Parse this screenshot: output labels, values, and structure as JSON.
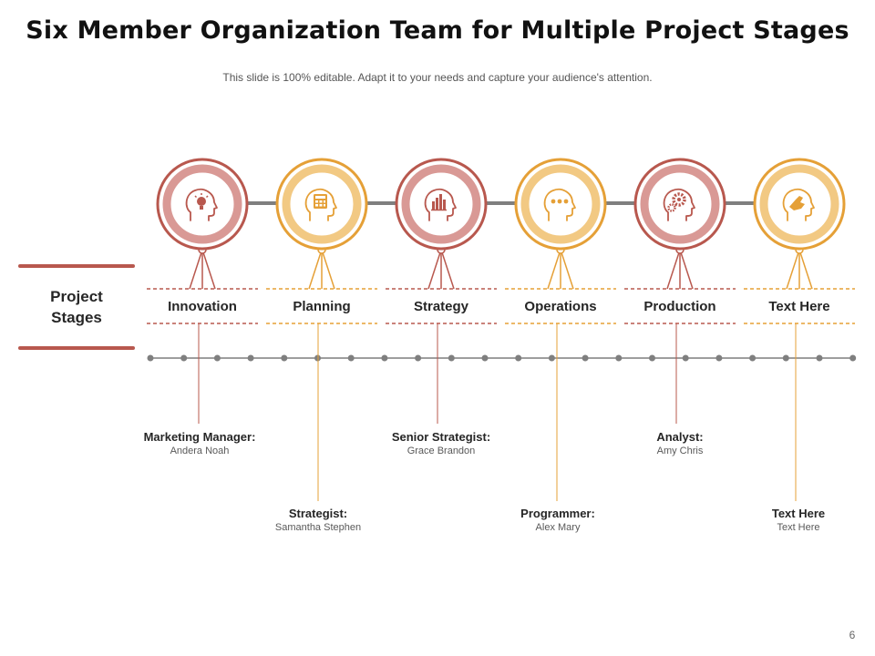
{
  "slide": {
    "title": "Six Member Organization Team for Multiple Project Stages",
    "subtitle": "This slide is 100% editable. Adapt it to your needs and capture your audience's attention.",
    "side_label_line1": "Project",
    "side_label_line2": "Stages",
    "page_number": "6"
  },
  "colors": {
    "red": "#b8584e",
    "red_ring": "#d99995",
    "orange": "#e5a037",
    "orange_ring": "#f2c983",
    "gray": "#7f7f7f"
  },
  "stages": [
    {
      "label": "Innovation",
      "icon": "head-lightbulb-icon",
      "color": "red"
    },
    {
      "label": "Planning",
      "icon": "head-calculator-icon",
      "color": "orange"
    },
    {
      "label": "Strategy",
      "icon": "head-chart-icon",
      "color": "red"
    },
    {
      "label": "Operations",
      "icon": "head-dots-icon",
      "color": "orange"
    },
    {
      "label": "Production",
      "icon": "head-gears-icon",
      "color": "red"
    },
    {
      "label": "Text Here",
      "icon": "head-handshake-icon",
      "color": "orange"
    }
  ],
  "members": [
    {
      "role": "Marketing Manager:",
      "name": "Andera Noah"
    },
    {
      "role": "Strategist:",
      "name": "Samantha Stephen"
    },
    {
      "role": "Senior Strategist:",
      "name": "Grace Brandon"
    },
    {
      "role": "Programmer:",
      "name": "Alex Mary"
    },
    {
      "role": "Analyst:",
      "name": "Amy Chris"
    },
    {
      "role": "Text Here",
      "name": "Text Here"
    }
  ]
}
